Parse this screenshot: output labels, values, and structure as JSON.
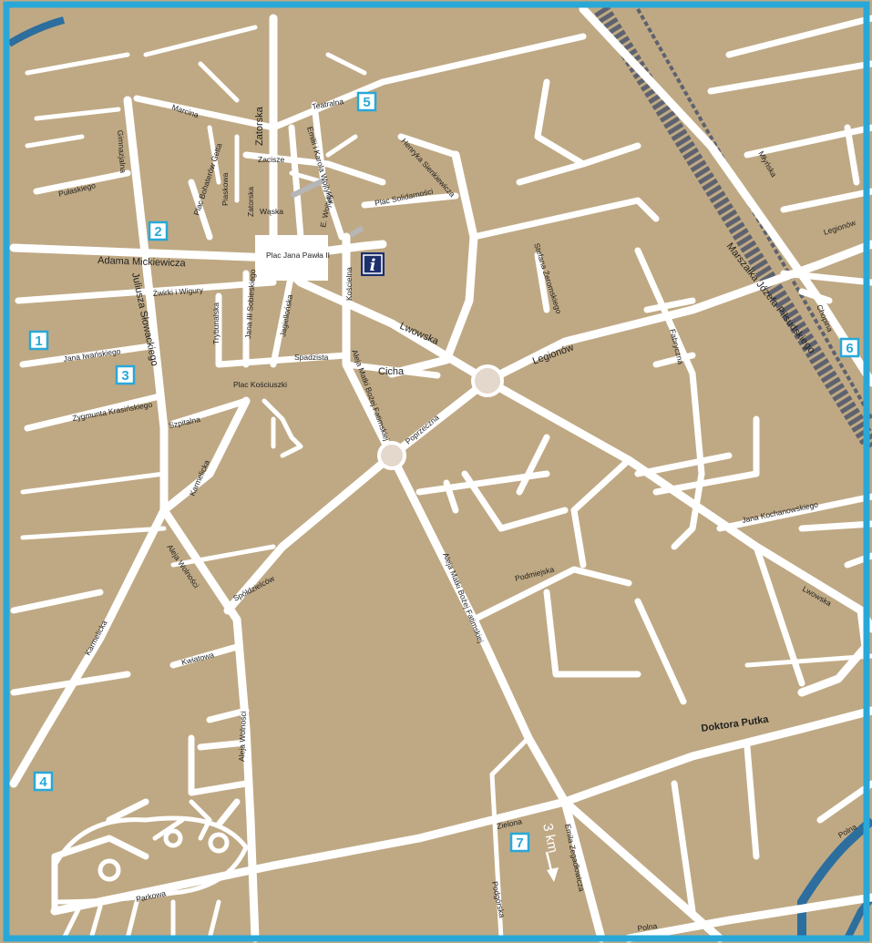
{
  "colors": {
    "land": "#bfa984",
    "road": "#ffffff",
    "border": "#29a8d8",
    "water": "#2c6e9e",
    "rail": "#5e626f",
    "roundabout": "#e4d7cc",
    "info_bg": "#1e2f6e"
  },
  "markers": [
    "1",
    "2",
    "3",
    "4",
    "5",
    "6",
    "7"
  ],
  "info_icon": "info-icon",
  "distance_label": "3 km",
  "streets": {
    "adama_mickiewicza": "Adama Mickiewicza",
    "gimnazjalna": "Gimnazjalna",
    "pulaskiego": "Pułaskiego",
    "marcina": "Marcina",
    "zatorska": "Zatorska",
    "zatorska_2": "Zatorska",
    "zacisze": "Zacisze",
    "teatralna": "Teatralna",
    "plac_bohaterow_getta": "Plac Bohaterów Getta",
    "piaskowa": "Piaskowa",
    "waska": "Wąska",
    "emilii_karola": "Emilii i Karola Wojtyłów",
    "e_wojtyly": "E. Wojtyły",
    "plac_solidarnosci": "Plac Solidarności",
    "henryka_sienkiewicza": "Henryka Sienkiewicza",
    "plac_jana_pawla": "Plac Jana Pawła II",
    "juliusza_slowackiego": "Juliusza Słowackiego",
    "zwirki_i_wigury": "Żwirki i Wigury",
    "trybunalska": "Trybunalska",
    "jana_iii_sobieskiego": "Jana III Sobieskiego",
    "jagiellonska": "Jagiellońska",
    "koscielna": "Kościelna",
    "lwowska": "Lwowska",
    "lwowska_2": "Lwowska",
    "spadzista": "Spadzista",
    "cicha": "Cicha",
    "plac_kosciuszki": "Plac Kościuszki",
    "jana_iwanskiego": "Jana Iwańskiego",
    "zygmunta_krasinskiego": "Zygmunta Krasińskiego",
    "szpitalna": "Szpitalna",
    "aleja_matki_bozej_fatimskiej_small": "Aleja Matki Bożej Fatimskiej",
    "poprzeczna": "Poprzeczna",
    "legionow": "Legionów",
    "legionow_2": "Legionów",
    "stefana_zeromskiego": "Stefana Żeromskiego",
    "fabryczna": "Fabryczna",
    "marszalka_pilsudskiego": "Marszałka Józefa Piłsudskiego",
    "mlynska": "Młyńska",
    "chopina": "Chopina",
    "karmelicka": "Karmelicka",
    "karmelicka_2": "Karmelicka",
    "aleja_wolnosci": "Aleja Wolności",
    "aleja_wolnosci_2": "Aleja Wolności",
    "spoldzielcow": "Spółdzielców",
    "kwiatowa": "Kwiatowa",
    "aleja_matki_bozej_fatimskiej": "Aleja Matki Bożej Fatimskiej",
    "podmiejska": "Podmiejska",
    "jana_kochanowskiego": "Jana Kochanowskiego",
    "doktora_putka": "Doktora Putka",
    "zielona": "Zielona",
    "emila_zegadlowicza": "Emila Zegadłowicza",
    "podgorska": "Podgórska",
    "parkowa": "Parkowa",
    "polna": "Polna",
    "polna_2": "Polna"
  }
}
